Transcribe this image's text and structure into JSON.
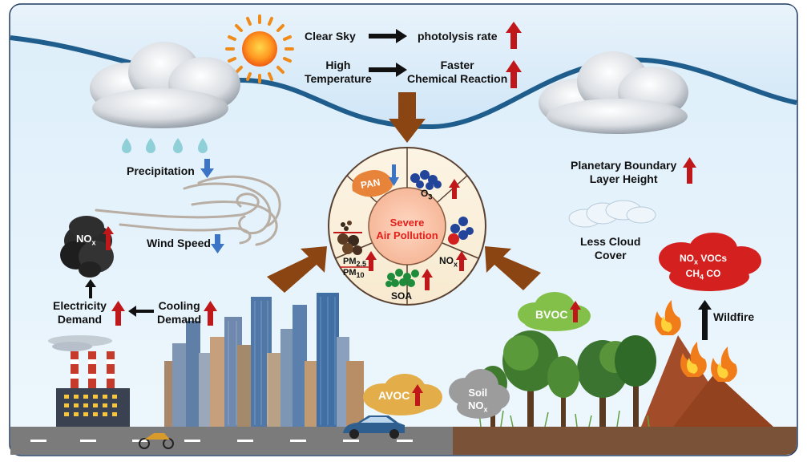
{
  "sky": {
    "clear_sky": "Clear Sky",
    "photolysis": "photolysis rate",
    "high_temp_1": "High",
    "high_temp_2": "Temperature",
    "faster_1": "Faster",
    "faster_2": "Chemical Reaction"
  },
  "left": {
    "precipitation": "Precipitation",
    "wind_speed": "Wind Speed",
    "nox_base": "NO",
    "nox_sub": "x",
    "electricity_1": "Electricity",
    "electricity_2": "Demand",
    "cooling_1": "Cooling",
    "cooling_2": "Demand",
    "avoc": "AVOC"
  },
  "right": {
    "pbl_1": "Planetary Boundary",
    "pbl_2": "Layer Height",
    "less_cloud_1": "Less Cloud",
    "less_cloud_2": "Cover",
    "wildfire_1": "NO",
    "wildfire_1_sub": "x",
    "wildfire_1_tail": " VOCs",
    "wildfire_2": "CH",
    "wildfire_2_sub": "4",
    "wildfire_2_tail": " CO",
    "wildfire": "Wildfire",
    "bvoc": "BVOC",
    "soil_1": "Soil",
    "soil_2": "NO",
    "soil_2_sub": "x"
  },
  "wheel": {
    "center_1": "Severe",
    "center_2": "Air Pollution",
    "pan": "PAN",
    "o3": "O",
    "o3_sub": "3",
    "nox": "NO",
    "nox_sub": "x",
    "soa": "SOA",
    "pm25": "PM",
    "pm25_sub": "2.5",
    "pm10": "PM",
    "pm10_sub": "10"
  },
  "colors": {
    "red_arrow": "#c0181a",
    "blue_arrow": "#3c74c6",
    "brown_arrow": "#8b4513",
    "sky_band": "#1e5d8c"
  }
}
